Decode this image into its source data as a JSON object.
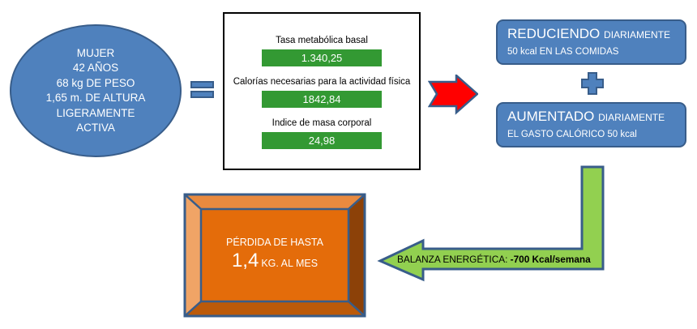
{
  "profile": {
    "lines": [
      "MUJER",
      "42 AÑOS",
      "68 kg DE PESO",
      "1,65 m. DE ALTURA",
      "LIGERAMENTE",
      "ACTIVA"
    ]
  },
  "metrics": [
    {
      "label": "Tasa metabólica basal",
      "value": "1.340,25"
    },
    {
      "label": "Calorías necesarias para la actividad física",
      "value": "1842,84"
    },
    {
      "label": "Indice de masa corporal",
      "value": "24,98"
    }
  ],
  "actions": [
    {
      "title": "REDUCIENDO",
      "title_suffix": "DIARIAMENTE",
      "subtitle": "50 kcal EN LAS COMIDAS"
    },
    {
      "title": "AUMENTADO",
      "title_suffix": "DIARIAMENTE",
      "subtitle": "EL GASTO CALÓRICO 50 kcal"
    }
  ],
  "balance": {
    "label": "BALANZA ENERGÉTICA: ",
    "value": "-700 Kcal/semana"
  },
  "result": {
    "line1": "PÉRDIDA DE HASTA",
    "amount": "1,4",
    "unit": "KG. AL MES"
  },
  "icons": {
    "equals": "equals-icon",
    "arrow_right": "red-right-arrow-icon",
    "plus": "plus-icon",
    "arrow_left": "green-bent-arrow-icon"
  },
  "colors": {
    "blue_fill": "#4f81bd",
    "blue_border": "#385d8a",
    "metric_green": "#339933",
    "arrow_red": "#ff0000",
    "arrow_green": "#92d050",
    "orange": "#e46c0a"
  }
}
